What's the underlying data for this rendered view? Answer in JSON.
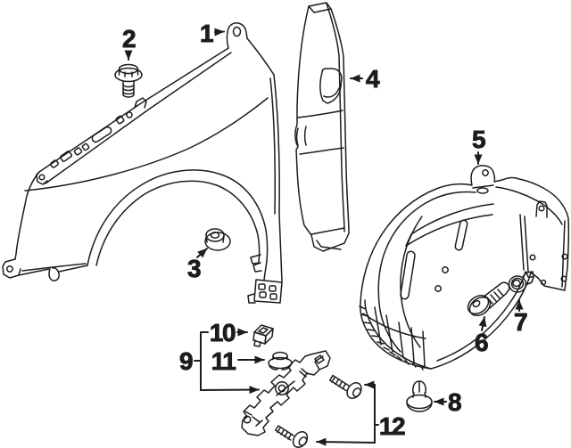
{
  "diagram": {
    "background_color": "#ffffff",
    "line_color": "#1c1c1c",
    "callouts": [
      {
        "label": "1"
      },
      {
        "label": "2"
      },
      {
        "label": "3"
      },
      {
        "label": "4"
      },
      {
        "label": "5"
      },
      {
        "label": "6"
      },
      {
        "label": "7"
      },
      {
        "label": "8"
      },
      {
        "label": "9"
      },
      {
        "label": "10"
      },
      {
        "label": "11"
      },
      {
        "label": "12"
      }
    ]
  }
}
